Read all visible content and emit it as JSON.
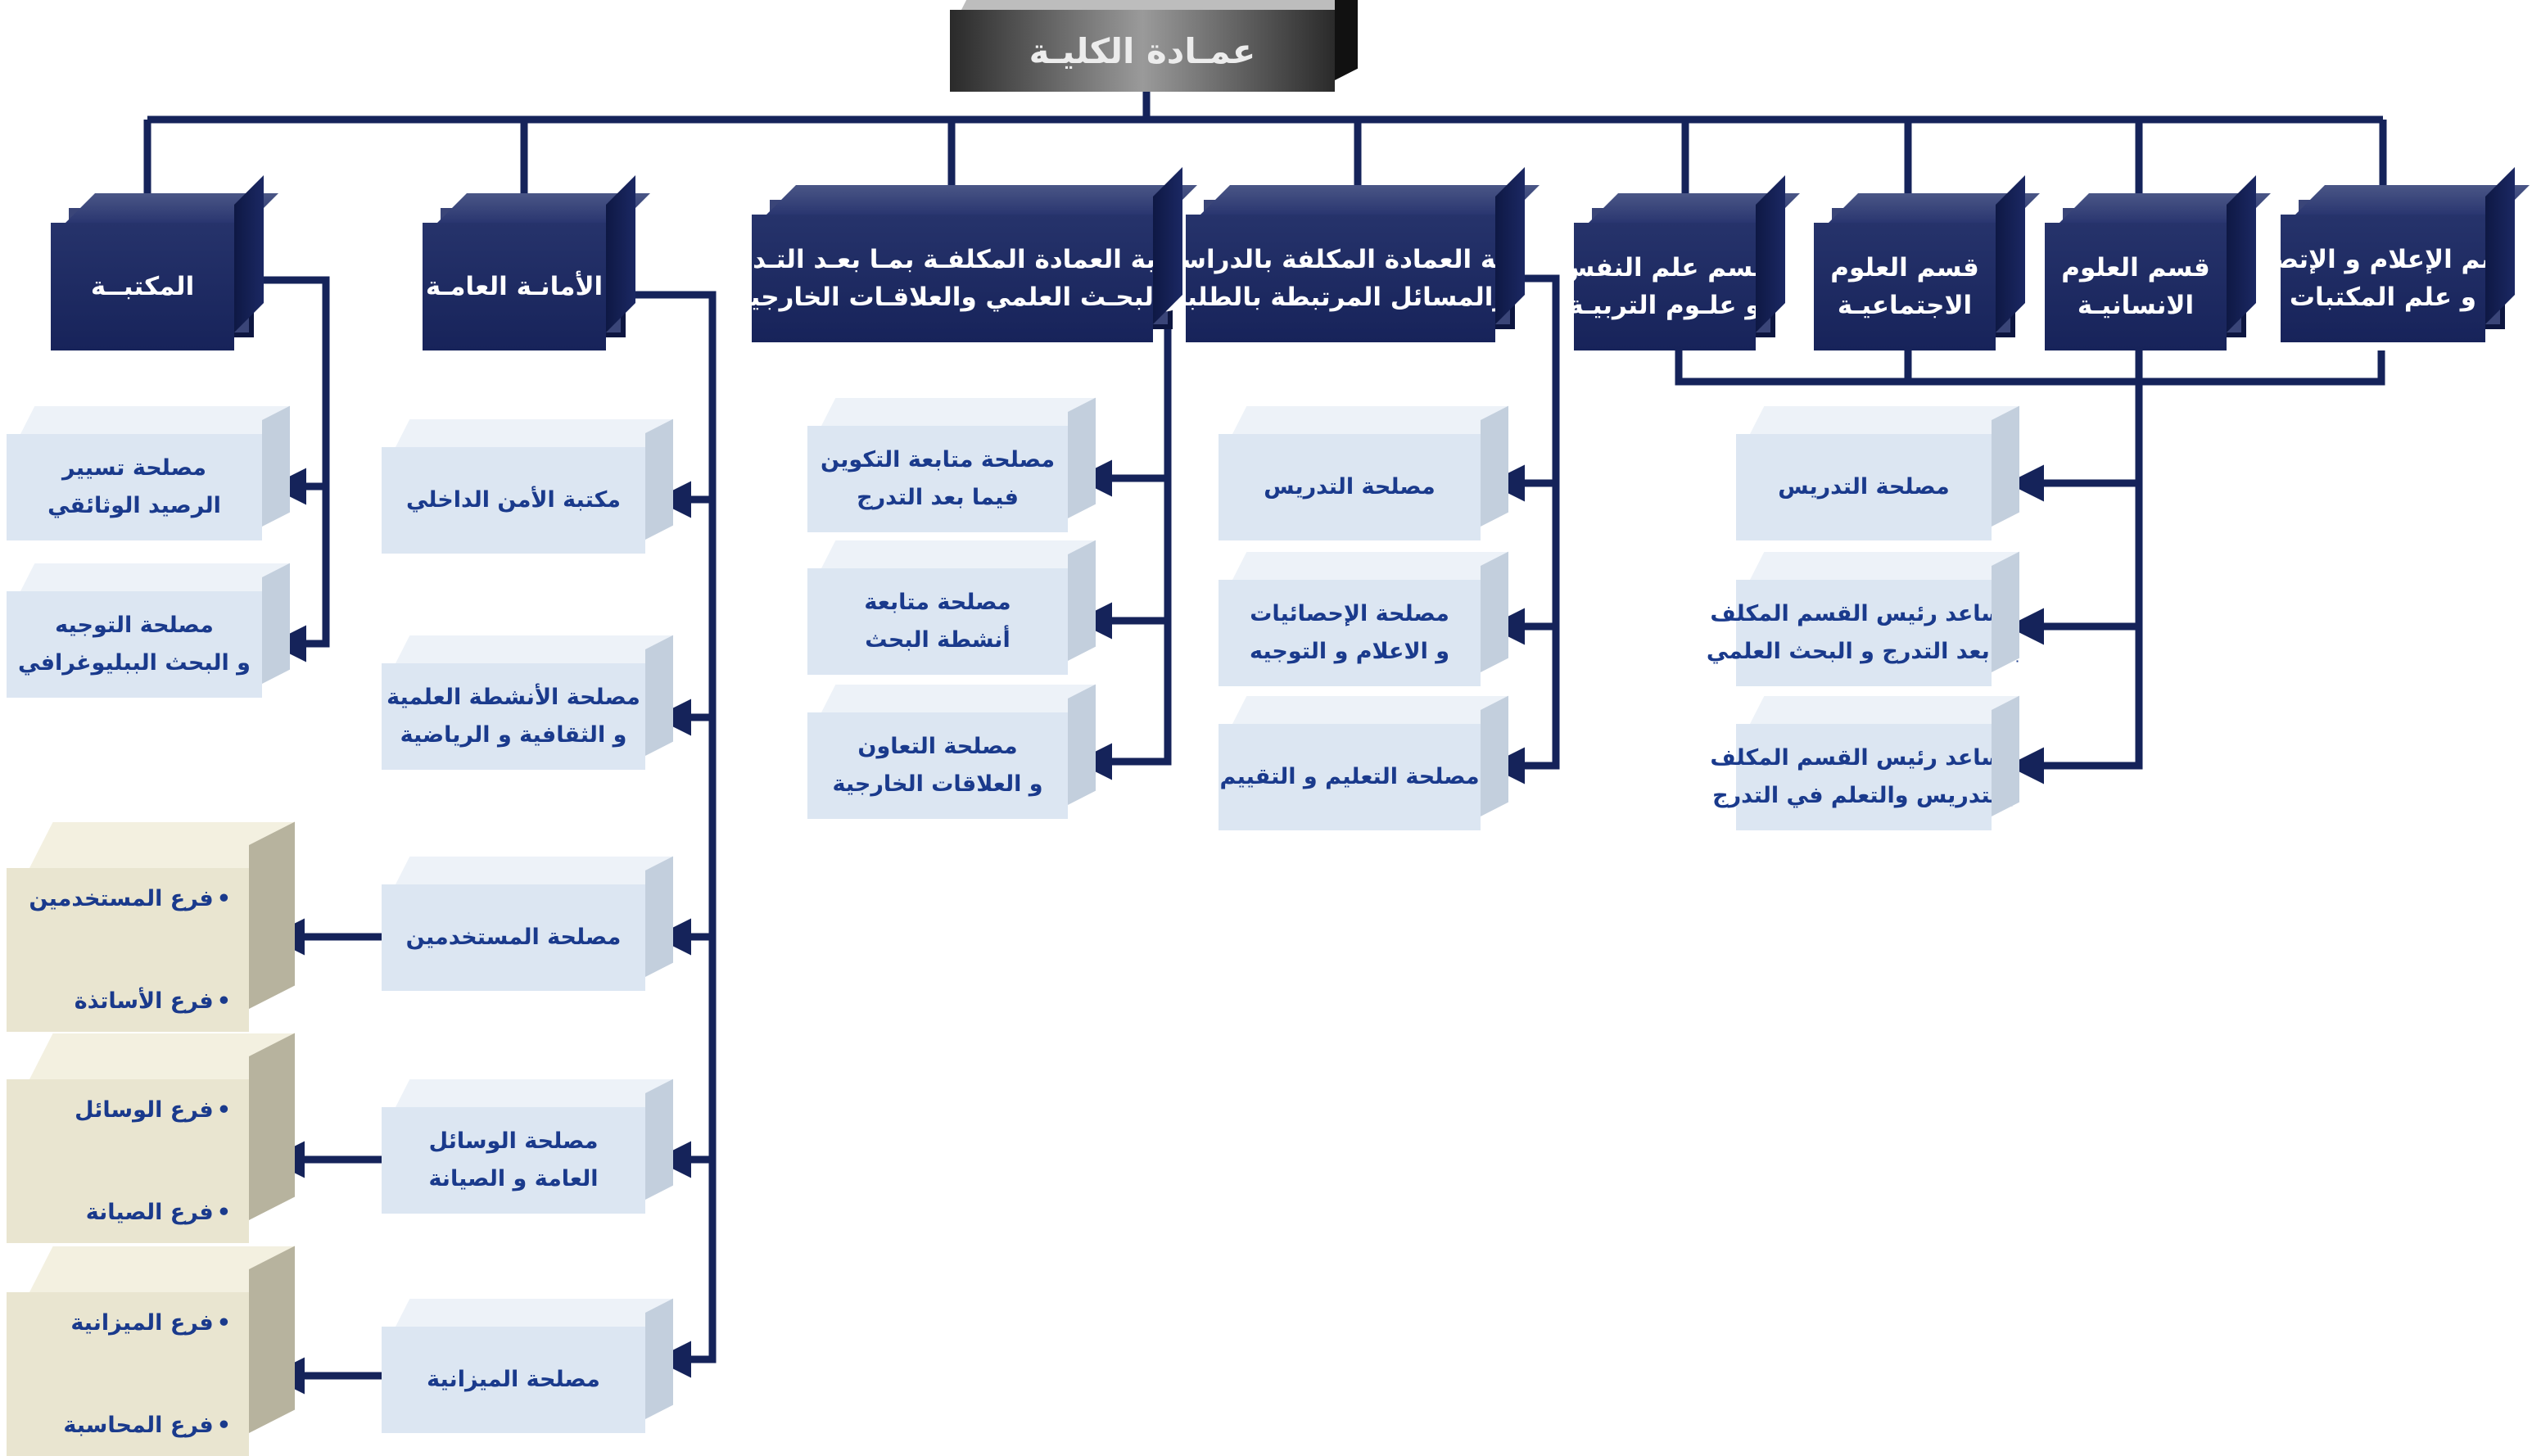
{
  "title": "عمـادة الكليـة",
  "colors": {
    "connector": "#15235a",
    "dark_box": "#1b2863",
    "light_box": "#dce6f2",
    "beige_box": "#e9e5d0",
    "light_text": "#1a3a8c"
  },
  "top_units": [
    {
      "lines": [
        "قسم الإعلام و الإتصال",
        "و علم المكتبات"
      ]
    },
    {
      "lines": [
        "قسم العلوم",
        "الانسانيـة"
      ]
    },
    {
      "lines": [
        "قسم العلوم",
        "الاجتماعيـة"
      ]
    },
    {
      "lines": [
        "قسم علم النفس",
        "و علـوم التربيـة"
      ]
    },
    {
      "lines": [
        "نيابة العمادة المكلفة بالدراسات",
        "والمسائل المرتبطة بالطلبة"
      ]
    },
    {
      "lines": [
        "نيابة العمادة المكلفـة بمـا بعـد التـدرج",
        "والبحـث العلمي والعلاقـات الخارجيـة"
      ]
    },
    {
      "lines": [
        "الأمانـة العامـة"
      ]
    },
    {
      "lines": [
        "المكتبــة"
      ]
    }
  ],
  "departments_services": [
    {
      "lines": [
        "مصلحة التدريس"
      ]
    },
    {
      "lines": [
        "مساعد رئيس القسم المكلف",
        "بمابعد التدرج و البحث العلمي"
      ]
    },
    {
      "lines": [
        "مساعد رئيس القسم المكلف",
        "بالتدريس والتعلم في التدرج"
      ]
    }
  ],
  "studies_services": [
    {
      "lines": [
        "مصلحة التدريس"
      ]
    },
    {
      "lines": [
        "مصلحة الإحصائيات",
        "و الاعلام و التوجيه"
      ]
    },
    {
      "lines": [
        "مصلحة التعليم و التقييم"
      ]
    }
  ],
  "postgrad_services": [
    {
      "lines": [
        "مصلحة متابعة التكوين",
        "فيما بعد التدرج"
      ]
    },
    {
      "lines": [
        "مصلحة متابعة",
        "أنشطة البحث"
      ]
    },
    {
      "lines": [
        "مصلحة التعاون",
        "و العلاقات الخارجية"
      ]
    }
  ],
  "secretariat_services": [
    {
      "lines": [
        "مكتبة الأمن الداخلي"
      ]
    },
    {
      "lines": [
        "مصلحة الأنشطة العلمية",
        "و الثقافية و الرياضية"
      ]
    },
    {
      "lines": [
        "مصلحة المستخدمين"
      ]
    },
    {
      "lines": [
        "مصلحة الوسائل",
        "العامة و الصيانة"
      ]
    },
    {
      "lines": [
        "مصلحة الميزانية"
      ]
    }
  ],
  "branches": [
    {
      "items": [
        "فرع المستخدمين",
        "فرع الأساتذة"
      ]
    },
    {
      "items": [
        "فرع الوسائل",
        "فرع الصيانة"
      ]
    },
    {
      "items": [
        "فرع الميزانية",
        "فرع المحاسبة"
      ]
    }
  ],
  "library_services": [
    {
      "lines": [
        "مصلحة تسيير",
        "الرصيد الوثائقي"
      ]
    },
    {
      "lines": [
        "مصلحة التوجيه",
        "و البحث الببليوغرافي"
      ]
    }
  ]
}
